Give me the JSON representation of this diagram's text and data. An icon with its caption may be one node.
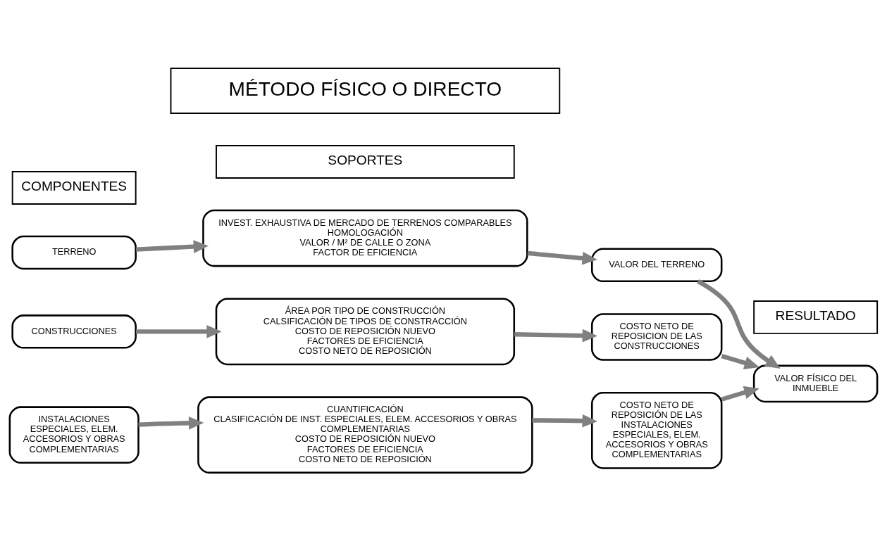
{
  "diagram": {
    "nodes": [
      {
        "text": [
          "MÉTODO FÍSICO O DIRECTO"
        ]
      },
      {
        "text": [
          "COMPONENTES"
        ]
      },
      {
        "text": [
          "SOPORTES"
        ]
      },
      {
        "text": [
          "RESULTADO"
        ]
      },
      {
        "text": [
          "TERRENO"
        ]
      },
      {
        "text": [
          "INVEST. EXHAUSTIVA DE MERCADO DE TERRENOS COMPARABLES",
          "HOMOLOGACIÓN",
          "VALOR / M² DE CALLE O ZONA",
          "FACTOR DE EFICIENCIA"
        ]
      },
      {
        "text": [
          "VALOR DEL TERRENO"
        ]
      },
      {
        "text": [
          "CONSTRUCCIONES"
        ]
      },
      {
        "text": [
          "ÁREA POR TIPO DE CONSTRUCCIÓN",
          "CALSIFICACIÓN DE TIPOS DE CONSTRACCIÓN",
          "COSTO DE REPOSICIÓN NUEVO",
          "FACTORES DE EFICIENCIA",
          "COSTO NETO DE REPOSICIÓN"
        ]
      },
      {
        "text": [
          "COSTO NETO DE REPOSICION DE LAS CONSTRUCCIONES"
        ]
      },
      {
        "text": [
          "INSTALACIONES ESPECIALES, ELEM. ACCESORIOS Y OBRAS COMPLEMENTARIAS"
        ]
      },
      {
        "text": [
          "CUANTIFICACIÓN",
          "CLASIFICACIÓN DE INST. ESPECIALES, ELEM. ACCESORIOS Y OBRAS COMPLEMENTARIAS",
          "COSTO DE REPOSICIÓN NUEVO",
          "FACTORES DE EFICIENCIA",
          "COSTO NETO DE REPOSICIÓN"
        ]
      },
      {
        "text": [
          "COSTO NETO DE REPOSICIÓN DE LAS INSTALACIONES ESPECIALES, ELEM. ACCESORIOS Y OBRAS COMPLEMENTARIAS"
        ]
      },
      {
        "text": [
          "VALOR FÍSICO DEL INMUEBLE"
        ]
      }
    ],
    "edges": [
      {
        "from": 4,
        "to": 5,
        "arrow": "to"
      },
      {
        "from": 5,
        "to": 6,
        "arrow": "to"
      },
      {
        "from": 7,
        "to": 8,
        "arrow": "to"
      },
      {
        "from": 8,
        "to": 9,
        "arrow": "to"
      },
      {
        "from": 10,
        "to": 11,
        "arrow": "to"
      },
      {
        "from": 11,
        "to": 12,
        "arrow": "to"
      },
      {
        "from": 6,
        "to": 13,
        "arrow": "to"
      },
      {
        "from": 9,
        "to": 13,
        "arrow": "to"
      },
      {
        "from": 12,
        "to": 13,
        "arrow": "to"
      }
    ]
  }
}
